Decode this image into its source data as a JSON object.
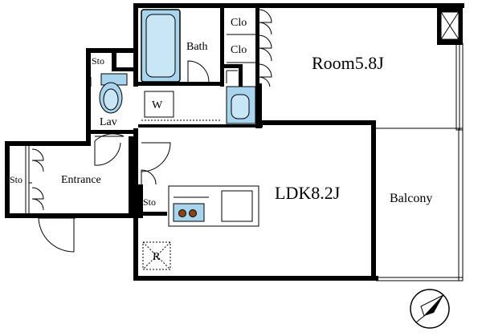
{
  "rooms": {
    "room": "Room5.8J",
    "ldk": "LDK8.2J",
    "balcony": "Balcony",
    "bath": "Bath",
    "entrance": "Entrance",
    "lav": "Lav",
    "washer": "W",
    "refrigerator": "R",
    "closet_top": "Clo",
    "closet_bottom": "Clo",
    "storage_top": "Sto",
    "storage_entrance": "Sto",
    "storage_kitchen": "Sto"
  },
  "colors": {
    "fixture_blue": "#a8d4ee",
    "fixture_blue_light": "#c9e6f6",
    "wall": "#000000",
    "background": "#ffffff",
    "stove_burner": "#8b4513"
  },
  "icons": {
    "north_arrow": "compass-north-icon",
    "pipe_shaft": "cross-box-icon"
  }
}
